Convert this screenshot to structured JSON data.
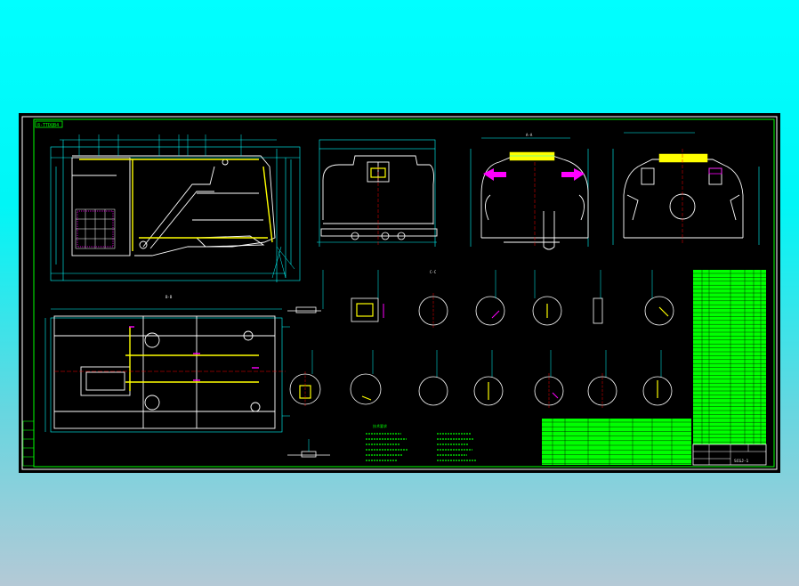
{
  "drawing": {
    "badge": "8-TTDQB4",
    "section_labels": [
      "A-A",
      "B-B",
      "C-C"
    ],
    "title_block_code": "SCGJ-1",
    "notes": {
      "col1_heading": "技术要求"
    }
  },
  "colors": {
    "background_top": "#00ffff",
    "canvas": "#000000",
    "outline": "#ffffff",
    "border": "#00ff00",
    "dimension": "#00ffff",
    "center": "#ff0000",
    "highlight": "#ffff00",
    "arrow": "#ff00ff",
    "table_fill": "#00ff00"
  }
}
